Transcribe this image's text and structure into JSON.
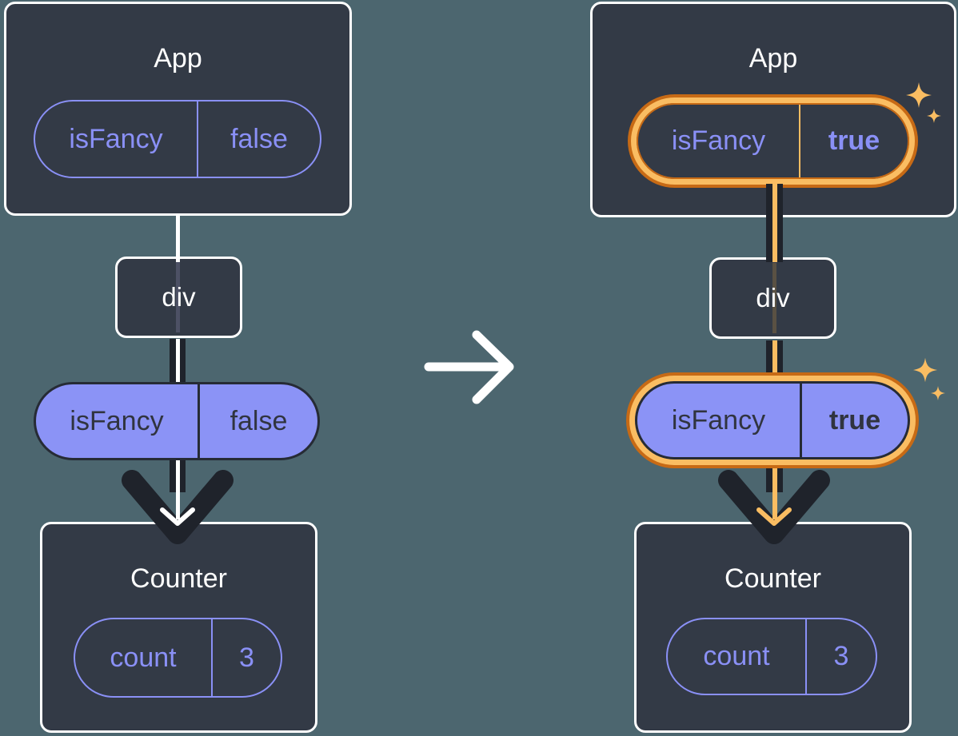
{
  "colors": {
    "background": "#4C666F",
    "box_fill": "#333A46",
    "box_border": "#FFFFFF",
    "purple": "#8A90F6",
    "purple_fill": "#8B93F6",
    "dark_text": "#30343F",
    "dark_line": "#1F232B",
    "white": "#FFFFFF",
    "orange_light": "#FABD62",
    "orange_dark": "#C76A15",
    "muted_white_line": "#4D5165",
    "muted_orange_line": "#5A5143"
  },
  "icons": {
    "transition": "right-arrow",
    "highlight": "sparkles"
  },
  "left_diagram": {
    "app": {
      "title": "App",
      "state_pill": {
        "key": "isFancy",
        "value": "false"
      }
    },
    "div_node": {
      "label": "div"
    },
    "prop_pill": {
      "key": "isFancy",
      "value": "false"
    },
    "counter": {
      "title": "Counter",
      "state_pill": {
        "key": "count",
        "value": "3"
      }
    }
  },
  "right_diagram": {
    "app": {
      "title": "App",
      "state_pill": {
        "key": "isFancy",
        "value": "true"
      }
    },
    "div_node": {
      "label": "div"
    },
    "prop_pill": {
      "key": "isFancy",
      "value": "true"
    },
    "counter": {
      "title": "Counter",
      "state_pill": {
        "key": "count",
        "value": "3"
      }
    }
  }
}
